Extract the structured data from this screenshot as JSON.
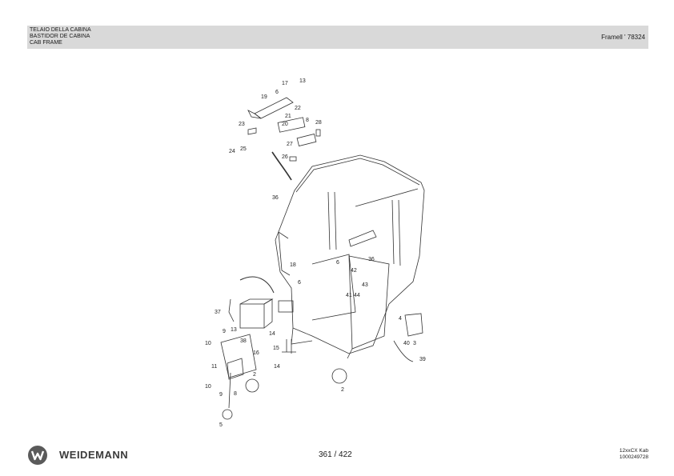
{
  "header": {
    "title_lines": [
      "TELAIO DELLA CABINA",
      "BASTIDOR DE CABINA",
      "CAB FRAME"
    ],
    "reference": "Framell ' 78324"
  },
  "drawing": {
    "callouts": [
      "17",
      "13",
      "6",
      "19",
      "22",
      "21",
      "20",
      "8",
      "28",
      "23",
      "27",
      "24",
      "25",
      "26",
      "36",
      "18",
      "6",
      "6",
      "36",
      "42",
      "43",
      "41",
      "44",
      "37",
      "9",
      "13",
      "38",
      "14",
      "10",
      "16",
      "15",
      "14",
      "11",
      "2",
      "2",
      "10",
      "9",
      "8",
      "5",
      "4",
      "40",
      "3",
      "39"
    ]
  },
  "footer": {
    "brand": "WEIDEMANN",
    "page": "361 / 422",
    "model_lines": [
      "12xxCX Kab",
      "1000249728"
    ]
  },
  "colors": {
    "header_bg": "#d9d9d9",
    "logo": "#5a5a5a"
  }
}
